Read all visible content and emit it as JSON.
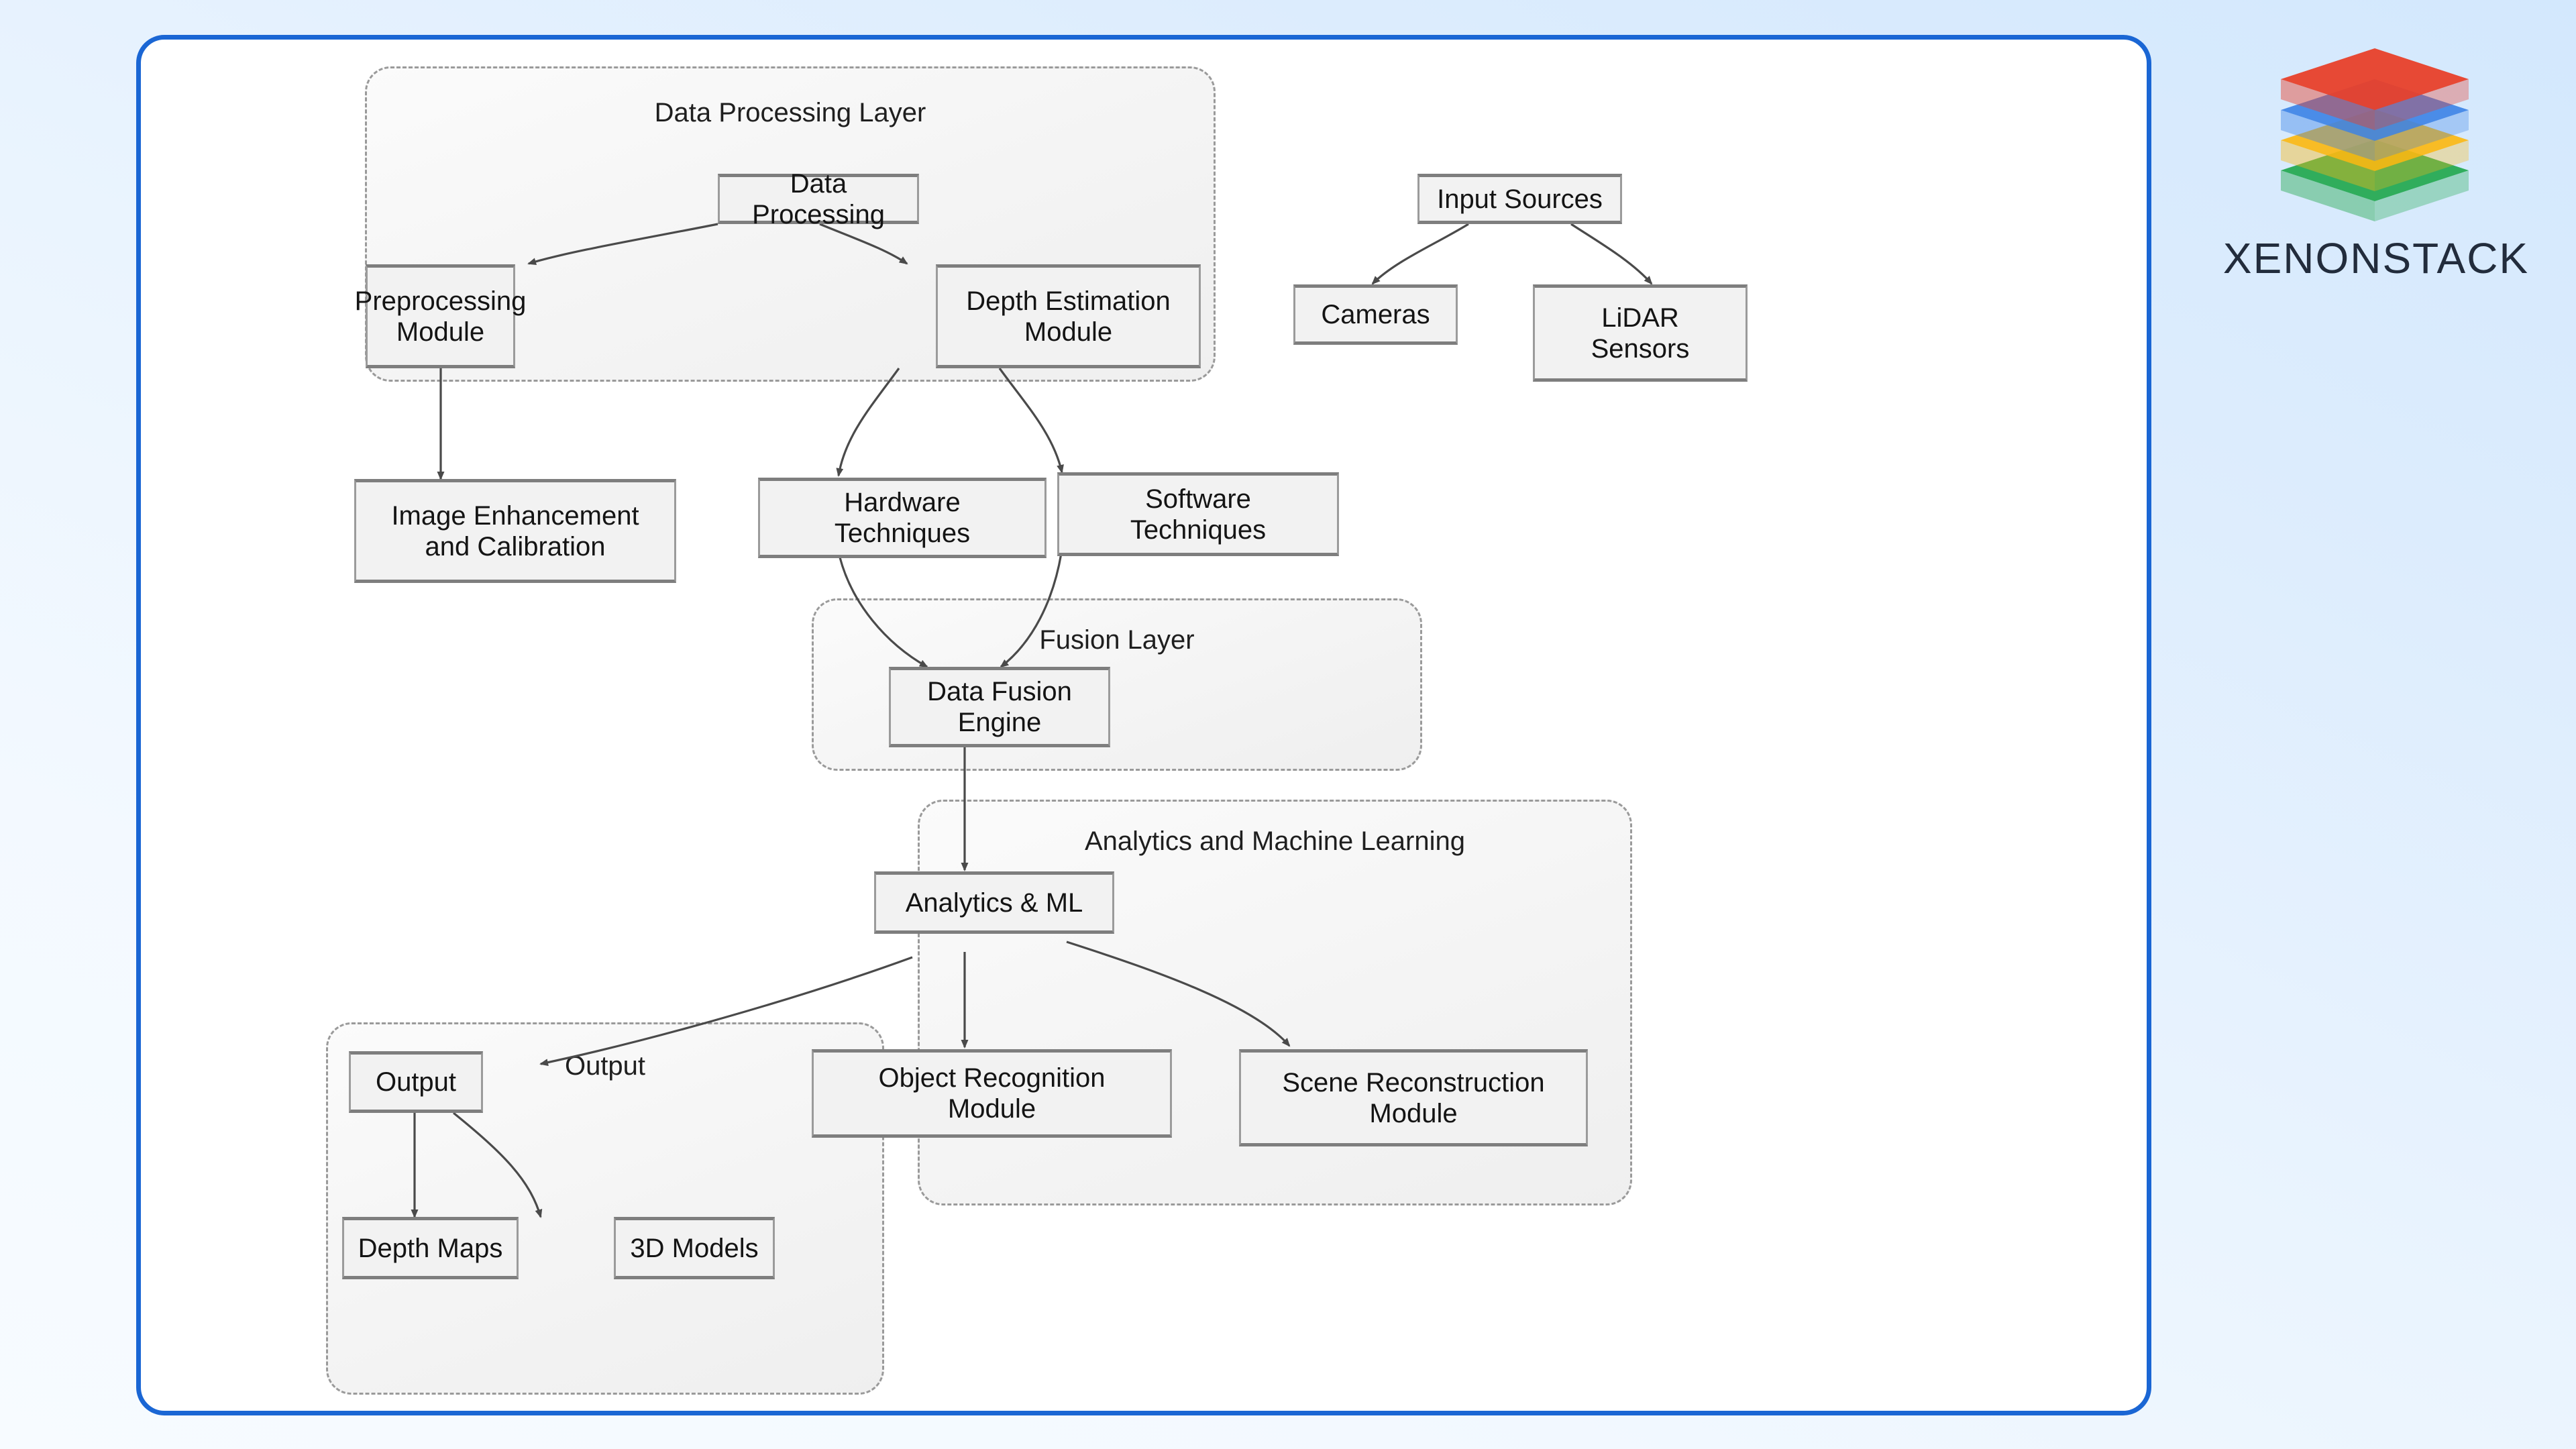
{
  "brand": {
    "wordmark": "XENONSTACK",
    "logo_icon": "stacked-layers-icon",
    "layer_colors": [
      "#e8402a",
      "#3b82e6",
      "#fbb712",
      "#1ea64a"
    ],
    "wordmark_color": "#222c3c"
  },
  "card": {
    "border_color": "#1a66d4",
    "background_color": "#ffffff"
  },
  "diagram": {
    "type": "flowchart",
    "clusters": [
      {
        "id": "data-processing-layer",
        "title": "Data Processing Layer"
      },
      {
        "id": "fusion-layer",
        "title": "Fusion Layer"
      },
      {
        "id": "analytics-and-machine-learning",
        "title": "Analytics and Machine Learning"
      },
      {
        "id": "output",
        "title": "Output"
      }
    ],
    "nodes": [
      {
        "id": "data-processing",
        "label": "Data Processing",
        "cluster": "data-processing-layer"
      },
      {
        "id": "preprocessing-module",
        "label": "Preprocessing\nModule",
        "cluster": "data-processing-layer"
      },
      {
        "id": "depth-estimation-module",
        "label": "Depth Estimation\nModule",
        "cluster": "data-processing-layer"
      },
      {
        "id": "input-sources",
        "label": "Input Sources",
        "cluster": null
      },
      {
        "id": "cameras",
        "label": "Cameras",
        "cluster": null
      },
      {
        "id": "lidar-sensors",
        "label": "LiDAR\nSensors",
        "cluster": null
      },
      {
        "id": "image-enhancement-and-calibration",
        "label": "Image Enhancement\nand Calibration",
        "cluster": null
      },
      {
        "id": "hardware-techniques",
        "label": "Hardware\nTechniques",
        "cluster": null
      },
      {
        "id": "software-techniques",
        "label": "Software\nTechniques",
        "cluster": null
      },
      {
        "id": "data-fusion-engine",
        "label": "Data Fusion\nEngine",
        "cluster": "fusion-layer"
      },
      {
        "id": "analytics-ml",
        "label": "Analytics & ML",
        "cluster": "analytics-and-machine-learning"
      },
      {
        "id": "object-recognition-module",
        "label": "Object Recognition\nModule",
        "cluster": "analytics-and-machine-learning"
      },
      {
        "id": "scene-reconstruction-module",
        "label": "Scene Reconstruction\nModule",
        "cluster": "analytics-and-machine-learning"
      },
      {
        "id": "output-node",
        "label": "Output",
        "cluster": "output"
      },
      {
        "id": "depth-maps",
        "label": "Depth Maps",
        "cluster": "output"
      },
      {
        "id": "3d-models",
        "label": "3D Models",
        "cluster": "output"
      }
    ],
    "edges": [
      {
        "from": "data-processing",
        "to": "preprocessing-module"
      },
      {
        "from": "data-processing",
        "to": "depth-estimation-module"
      },
      {
        "from": "input-sources",
        "to": "cameras"
      },
      {
        "from": "input-sources",
        "to": "lidar-sensors"
      },
      {
        "from": "preprocessing-module",
        "to": "image-enhancement-and-calibration"
      },
      {
        "from": "depth-estimation-module",
        "to": "hardware-techniques"
      },
      {
        "from": "depth-estimation-module",
        "to": "software-techniques"
      },
      {
        "from": "hardware-techniques",
        "to": "data-fusion-engine"
      },
      {
        "from": "software-techniques",
        "to": "data-fusion-engine"
      },
      {
        "from": "data-fusion-engine",
        "to": "analytics-ml"
      },
      {
        "from": "analytics-ml",
        "to": "object-recognition-module"
      },
      {
        "from": "analytics-ml",
        "to": "scene-reconstruction-module"
      },
      {
        "from": "analytics-ml",
        "to": "output-node"
      },
      {
        "from": "output-node",
        "to": "depth-maps"
      },
      {
        "from": "output-node",
        "to": "3d-models"
      }
    ],
    "node_fill": "#f2f2f2",
    "node_border": "#9b9b9b",
    "edge_color": "#333333",
    "cluster_border": "#9a9a9a"
  }
}
